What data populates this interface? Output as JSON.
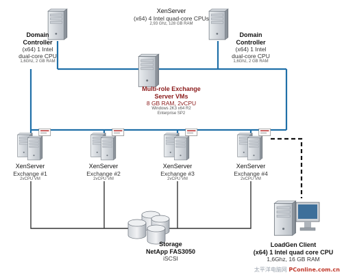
{
  "top_center": {
    "title": "XenServer",
    "line1": "(x64) 4 Intel quad-core CPUs",
    "line2": "2,93 Ghz, 128 GB RAM"
  },
  "dc_left": {
    "title1": "Domain",
    "title2": "Controller",
    "line1": "(x64) 1 Intel",
    "line2": "dual-core CPU",
    "line3": "1,6Ghz, 2 GB RAM"
  },
  "dc_right": {
    "title1": "Domain",
    "title2": "Controller",
    "line1": "(x64) 1 Intel",
    "line2": "dual-core CPU",
    "line3": "1,6Ghz, 2 GB RAM"
  },
  "multirole": {
    "title1": "Multi-role Exchange",
    "title2": "Server VMs",
    "line1": "8 GB RAM, 2vCPU",
    "line2": "Windows 2K3 x64 R2",
    "line3": "Enterprise SP2"
  },
  "exchanges": [
    {
      "title": "XenServer",
      "name": "Exchange #1",
      "vm": "2vCPU VM"
    },
    {
      "title": "XenServer",
      "name": "Exchange #2",
      "vm": "2vCPU VM"
    },
    {
      "title": "XenServer",
      "name": "Exchange #3",
      "vm": "2vCPU VM"
    },
    {
      "title": "XenServer",
      "name": "Exchange #4",
      "vm": "2vCPU VM"
    }
  ],
  "storage": {
    "title": "Storage",
    "line1": "NetApp FAS3050",
    "line2": "iSCSI"
  },
  "loadgen": {
    "title": "LoadGen Client",
    "line1": "(x64) 1 Intel quad core CPU",
    "line2": "1,6Ghz, 16 GB RAM"
  },
  "watermark": {
    "cn": "太平洋电脑网",
    "site": "PConline.com.cn"
  },
  "colors": {
    "network": "#1f6fa8",
    "storage_link": "#333333",
    "accent_red": "#8b1a1a"
  }
}
